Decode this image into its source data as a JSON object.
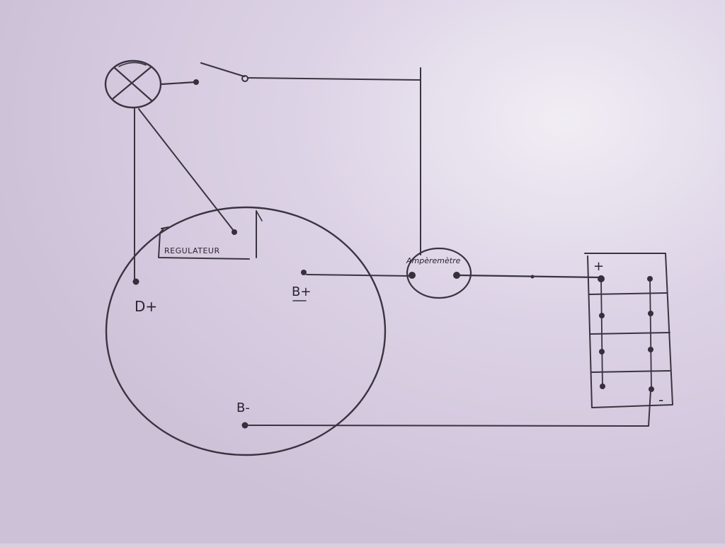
{
  "diagram": {
    "labels": {
      "regulator": "REGULATEUR",
      "d_plus": "D+",
      "b_plus": "B+",
      "b_minus": "B-",
      "ammeter": "Ampèremètre",
      "battery_plus": "+",
      "battery_minus": "-"
    },
    "colors": {
      "paper": "#d8cfe0",
      "ink": "#3a3440"
    }
  }
}
